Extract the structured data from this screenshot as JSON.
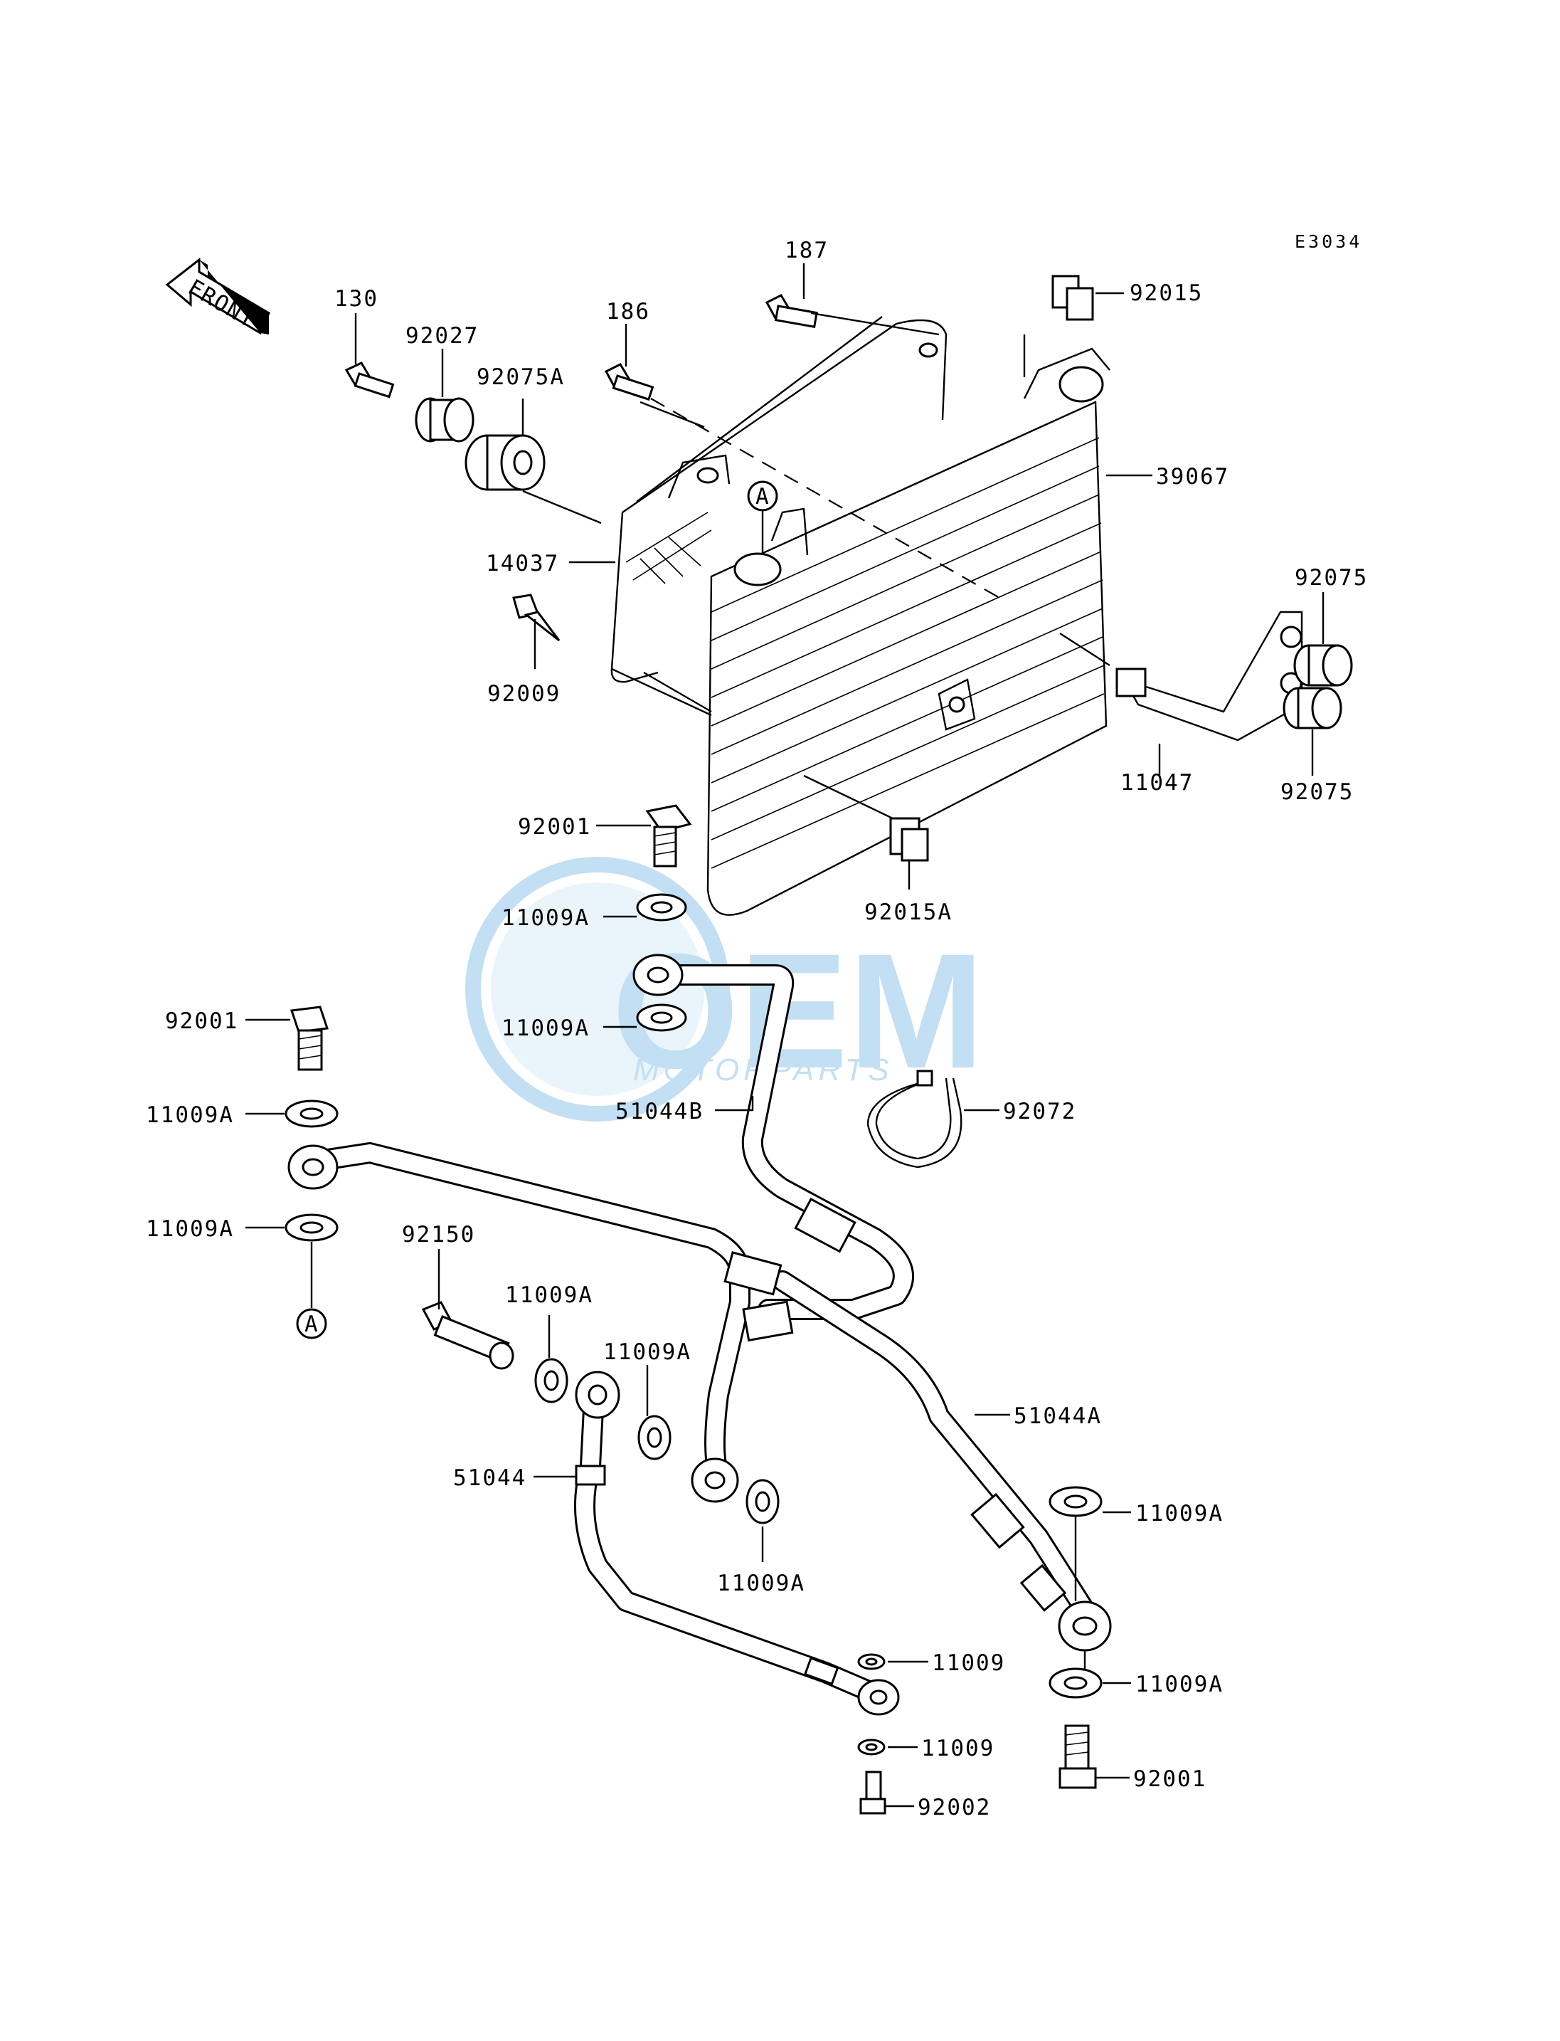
{
  "diagram": {
    "code": "E3034",
    "front_label": "FRONT",
    "ref_marker": "A",
    "watermark": {
      "brand": "OEM",
      "sub": "MOTORPARTS",
      "color": "#2a8fd6"
    },
    "labels": {
      "p187": "187",
      "p92015": "92015",
      "p130": "130",
      "p92027": "92027",
      "p186": "186",
      "p92075A": "92075A",
      "p39067": "39067",
      "p14037": "14037",
      "p92075_top": "92075",
      "p92009": "92009",
      "p11047": "11047",
      "p92075_bot": "92075",
      "p92001_top": "92001",
      "p92015A": "92015A",
      "p11009A_1": "11009A",
      "p11009A_2": "11009A",
      "p92001_left": "92001",
      "p51044B": "51044B",
      "p92072": "92072",
      "p11009A_left1": "11009A",
      "p11009A_left2": "11009A",
      "p92150": "92150",
      "p11009A_mid1": "11009A",
      "p11009A_mid2": "11009A",
      "p51044A": "51044A",
      "p51044": "51044",
      "p11009A_mid3": "11009A",
      "p11009A_r1": "11009A",
      "p11009_a": "11009",
      "p11009A_r2": "11009A",
      "p11009_b": "11009",
      "p92002": "92002",
      "p92001_bot": "92001"
    }
  }
}
